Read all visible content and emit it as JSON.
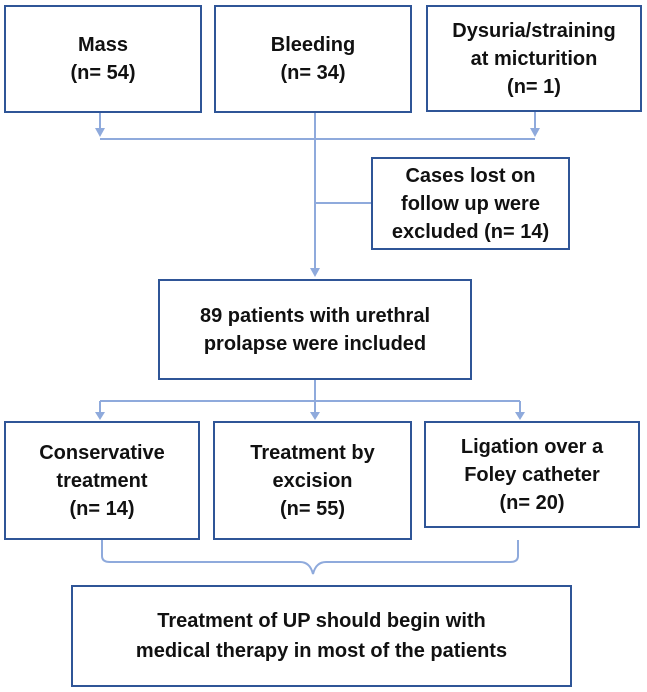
{
  "boxes": {
    "mass": "Mass\n(n= 54)",
    "bleeding": "Bleeding\n(n= 34)",
    "dysuria": "Dysuria/straining\nat micturition\n(n= 1)",
    "lost": "Cases lost on\nfollow up were\nexcluded (n= 14)",
    "included": "89 patients with urethral\nprolapse were included",
    "conservative": "Conservative\ntreatment\n(n= 14)",
    "excision": "Treatment by\nexcision\n(n= 55)",
    "ligation": "Ligation over a\nFoley catheter\n(n= 20)",
    "conclusion": "Treatment of UP should begin with\nmedical therapy in most of the patients"
  },
  "colors": {
    "box_border": "#2f5597",
    "connector": "#8faadc"
  }
}
